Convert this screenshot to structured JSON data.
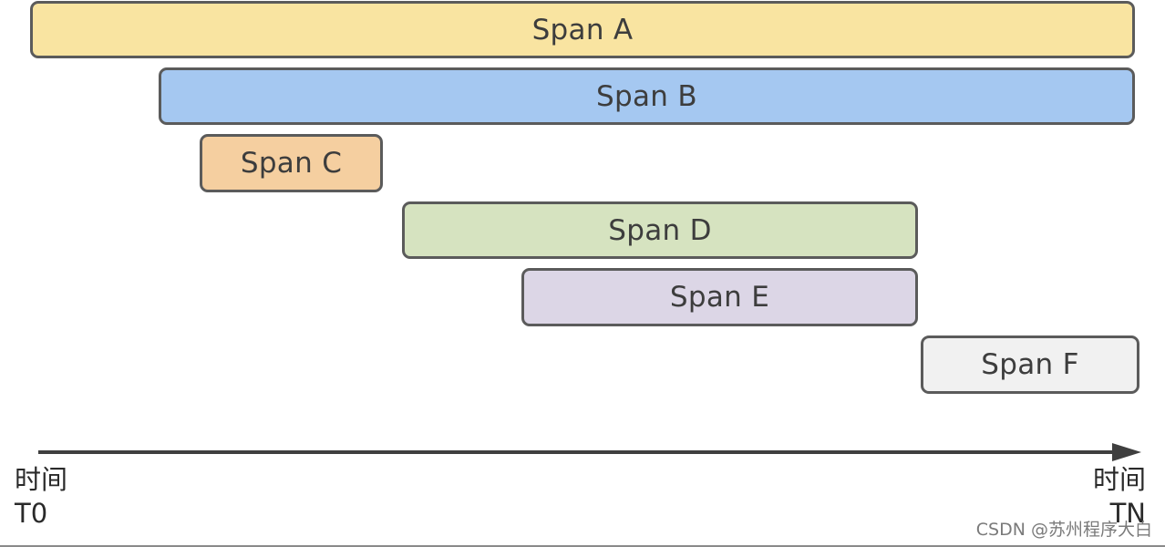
{
  "spans": [
    {
      "label": "Span A",
      "fill": "#f9e4a1"
    },
    {
      "label": "Span B",
      "fill": "#a5c8f1"
    },
    {
      "label": "Span C",
      "fill": "#f5cfa0"
    },
    {
      "label": "Span D",
      "fill": "#d6e3c0"
    },
    {
      "label": "Span E",
      "fill": "#dcd6e6"
    },
    {
      "label": "Span F",
      "fill": "#f1f1f1"
    }
  ],
  "axis": {
    "start": {
      "word": "时间",
      "mark": "T0"
    },
    "end": {
      "word": "时间",
      "mark": "TN"
    }
  },
  "watermark": "CSDN @苏州程序大白",
  "colors": {
    "border": "#5b5b5b",
    "axis": "#3f3f3f"
  }
}
